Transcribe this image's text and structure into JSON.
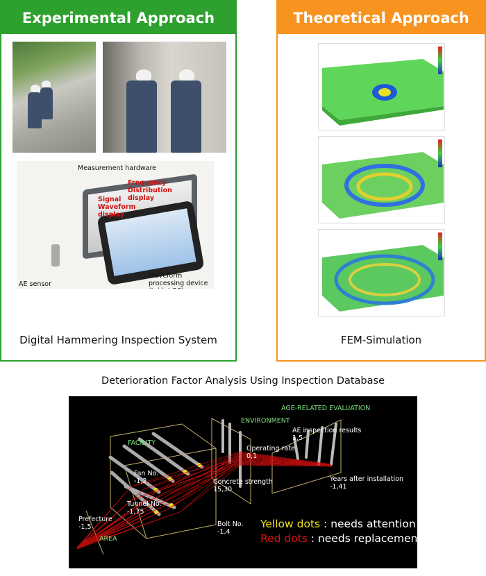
{
  "experimental": {
    "title": "Experimental Approach",
    "caption": "Digital Hammering Inspection System",
    "photo_labels": {
      "measurement_hardware": "Measurement hardware",
      "frequency_display": "Frequency Distribution display",
      "signal_display": "Signal Waveform display",
      "ae_sensor": "AE sensor",
      "tablet": "Waveform processing device (tablet PC)"
    }
  },
  "theoretical": {
    "title": "Theoretical Approach",
    "caption": "FEM-Simulation"
  },
  "database": {
    "title": "Deterioration Factor Analysis Using Inspection Database",
    "groups": {
      "facility": "FACILITY",
      "environment": "ENVIRONMENT",
      "age": "AGE-RELATED EVALUATION",
      "area": "AREA"
    },
    "axes": [
      {
        "name": "Prefecture",
        "range": "-1,5"
      },
      {
        "name": "Tunnel No.",
        "range": "-1,75"
      },
      {
        "name": "Fan No.",
        "range": "-1,2"
      },
      {
        "name": "Bolt No.",
        "range": "-1,4"
      },
      {
        "name": "Concrete strength",
        "range": "15,30"
      },
      {
        "name": "Operating rate",
        "range": "0,1"
      },
      {
        "name": "AE inspection results",
        "range": "1,5"
      },
      {
        "name": "Years after installation",
        "range": "-1,41"
      }
    ],
    "legend": {
      "yellow_label": "Yellow dots",
      "yellow_text": " : needs attention",
      "red_label": "Red dots",
      "red_text": " : needs replacement"
    },
    "colors": {
      "yellow": "#f0e020",
      "red": "#e01010",
      "green_label": "#7ee07e"
    }
  },
  "colors": {
    "experimental": "#2ea02e",
    "theoretical": "#f7931e"
  }
}
